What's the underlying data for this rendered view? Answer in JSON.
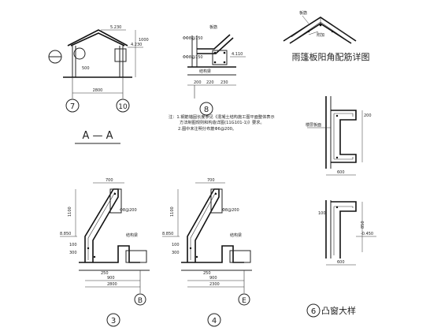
{
  "drawing_title": "雨篷板阳角配筋详图",
  "notes": {
    "line1": "注：1.钢筋锚固长度参见《混凝土结构施工图平面整体表示",
    "line2": "方法制图规则和构造详图(11G101-1)》要求。",
    "line3": "2.图中未注明分布筋Φ6@200。"
  },
  "section_aa": {
    "title": "A — A",
    "axis_left": "7",
    "axis_right": "10",
    "dim_width": "2800",
    "elev_top": "5.230",
    "elev_mid": "4.230",
    "dim_side": "1000",
    "dim_low": "500"
  },
  "detail_8": {
    "axis": "8",
    "label_slab": "板筋",
    "label_rebar": "ΦΦ8@150",
    "label_rebar2": "ΦΦ8@150",
    "label_beam": "结构梁",
    "elev": "4.110",
    "dim_a": "200",
    "dim_b": "220",
    "dim_c": "230"
  },
  "detail_roof": {
    "label_rebar": "板筋",
    "label_add": "附加"
  },
  "detail_3": {
    "axis_bottom": "3",
    "axis_right": "B",
    "dim_top": "700",
    "dim_ht": "1100",
    "dim_bottom": "2800",
    "dim_span": "900",
    "elev": "8.850",
    "label_beam": "结构梁",
    "label_rebar": "Φ8@200",
    "dim_low1": "100",
    "dim_low2": "300",
    "dim_low3": "250"
  },
  "detail_4": {
    "axis_bottom": "4",
    "axis_right": "E",
    "dim_top": "700",
    "dim_ht": "1100",
    "dim_bottom": "2300",
    "dim_span": "900",
    "elev": "8.850",
    "label_beam": "结构梁",
    "label_rebar": "Φ8@200",
    "dim_low1": "100",
    "dim_low2": "300",
    "dim_low3": "250"
  },
  "window_6": {
    "axis": "6",
    "title_suffix": "凸窗大样",
    "label_slab": "楼层板面",
    "dim_upper_w": "600",
    "dim_lower_w": "600",
    "dim_upper_h": "200",
    "elev": "-0.450",
    "dim_lower_h": "850",
    "dim_small": "100"
  }
}
